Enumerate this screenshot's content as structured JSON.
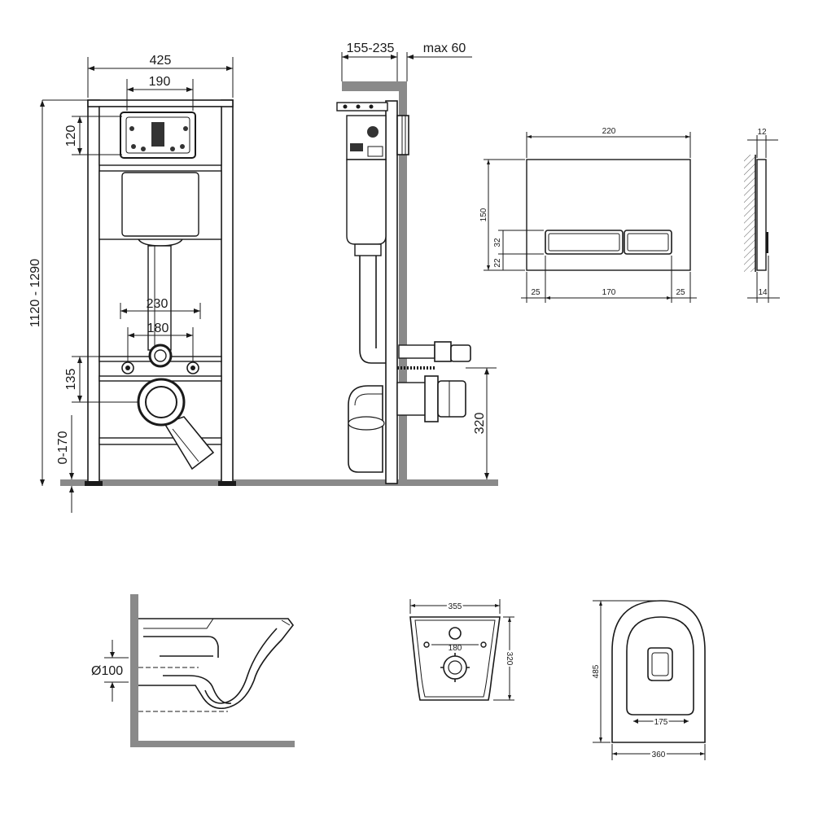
{
  "frame_front": {
    "width": "425",
    "plate_width": "190",
    "height": "1120 - 1290",
    "top_offset": "120",
    "stud_spacing_outer": "230",
    "stud_spacing_inner": "180",
    "outlet_offset": "135",
    "foot_adjust": "0-170"
  },
  "frame_side": {
    "wall_depth": "155-235",
    "max_depth": "max 60",
    "outlet_height": "320"
  },
  "flush_plate": {
    "width": "220",
    "height": "150",
    "button_height": "32",
    "bottom_offset": "22",
    "margin_left": "25",
    "button_width": "170",
    "margin_right": "25",
    "thickness_top": "12",
    "thickness_bottom": "14"
  },
  "bowl_side": {
    "outlet_diameter": "Ø100"
  },
  "bowl_back": {
    "width": "355",
    "height": "320",
    "stud_spacing": "180"
  },
  "bowl_top": {
    "length": "485",
    "width": "360",
    "stud_spacing": "175"
  }
}
